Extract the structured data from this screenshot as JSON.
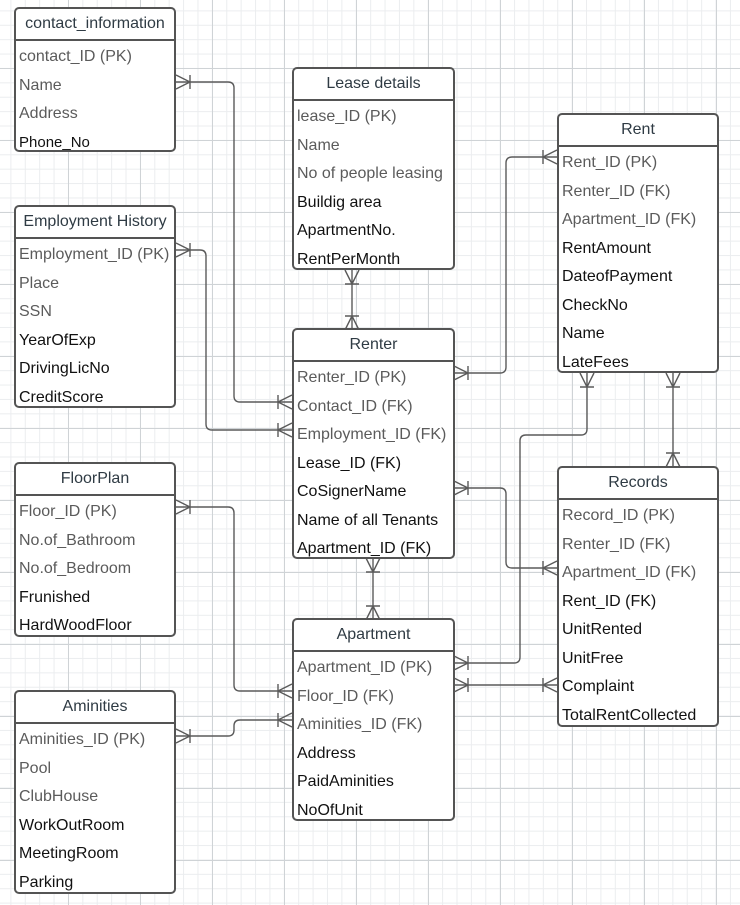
{
  "entities": {
    "contact_information": {
      "title": "contact_information",
      "fields": [
        "contact_ID (PK)",
        "Name",
        "Address",
        "Phone_No"
      ]
    },
    "employment_history": {
      "title": "Employment History",
      "fields": [
        "Employment_ID (PK)",
        "Place",
        "SSN",
        "YearOfExp",
        "DrivingLicNo",
        "CreditScore"
      ]
    },
    "floorplan": {
      "title": "FloorPlan",
      "fields": [
        "Floor_ID (PK)",
        "No.of_Bathroom",
        "No.of_Bedroom",
        "Frunished",
        "HardWoodFloor"
      ]
    },
    "aminities": {
      "title": "Aminities",
      "fields": [
        "Aminities_ID (PK)",
        "Pool",
        "ClubHouse",
        "WorkOutRoom",
        "MeetingRoom",
        "Parking"
      ]
    },
    "lease_details": {
      "title": "Lease details",
      "fields": [
        "lease_ID (PK)",
        "Name",
        "No of people leasing",
        "Buildig area",
        "ApartmentNo.",
        "RentPerMonth"
      ]
    },
    "renter": {
      "title": "Renter",
      "fields": [
        "Renter_ID (PK)",
        "Contact_ID (FK)",
        "Employment_ID (FK)",
        "Lease_ID (FK)",
        "CoSignerName",
        "Name of all Tenants",
        "Apartment_ID (FK)"
      ]
    },
    "apartment": {
      "title": "Apartment",
      "fields": [
        "Apartment_ID (PK)",
        "Floor_ID (FK)",
        "Aminities_ID (FK)",
        "Address",
        "PaidAminities",
        "NoOfUnit"
      ]
    },
    "rent": {
      "title": "Rent",
      "fields": [
        "Rent_ID (PK)",
        "Renter_ID (FK)",
        "Apartment_ID (FK)",
        "RentAmount",
        "DateofPayment",
        "CheckNo",
        "Name",
        "LateFees"
      ]
    },
    "records": {
      "title": "Records",
      "fields": [
        "Record_ID (PK)",
        "Renter_ID (FK)",
        "Apartment_ID (FK)",
        "Rent_ID (FK)",
        "UnitRented",
        "UnitFree",
        "Complaint",
        "TotalRentCollected"
      ]
    }
  },
  "colors": {
    "border": "#545454",
    "connector": "#5a5a5a",
    "title_text": "#2f3b44",
    "muted_text": "#5b5b5b",
    "dark_text": "#111111"
  }
}
